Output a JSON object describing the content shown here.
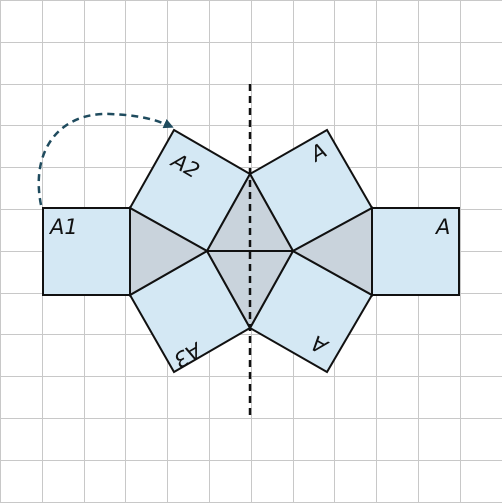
{
  "diagram": {
    "colors": {
      "grid": "#c8c8c8",
      "square_fill": "#d4e8f4",
      "triangle_fill": "#c9d3dc",
      "outline": "#111111",
      "arrow": "#1f4b5e"
    },
    "labels": {
      "a1": "A1",
      "a2": "A2",
      "a3": "A3",
      "a_upper_right": "A",
      "a_right": "A",
      "a_lower_right": "A"
    }
  }
}
